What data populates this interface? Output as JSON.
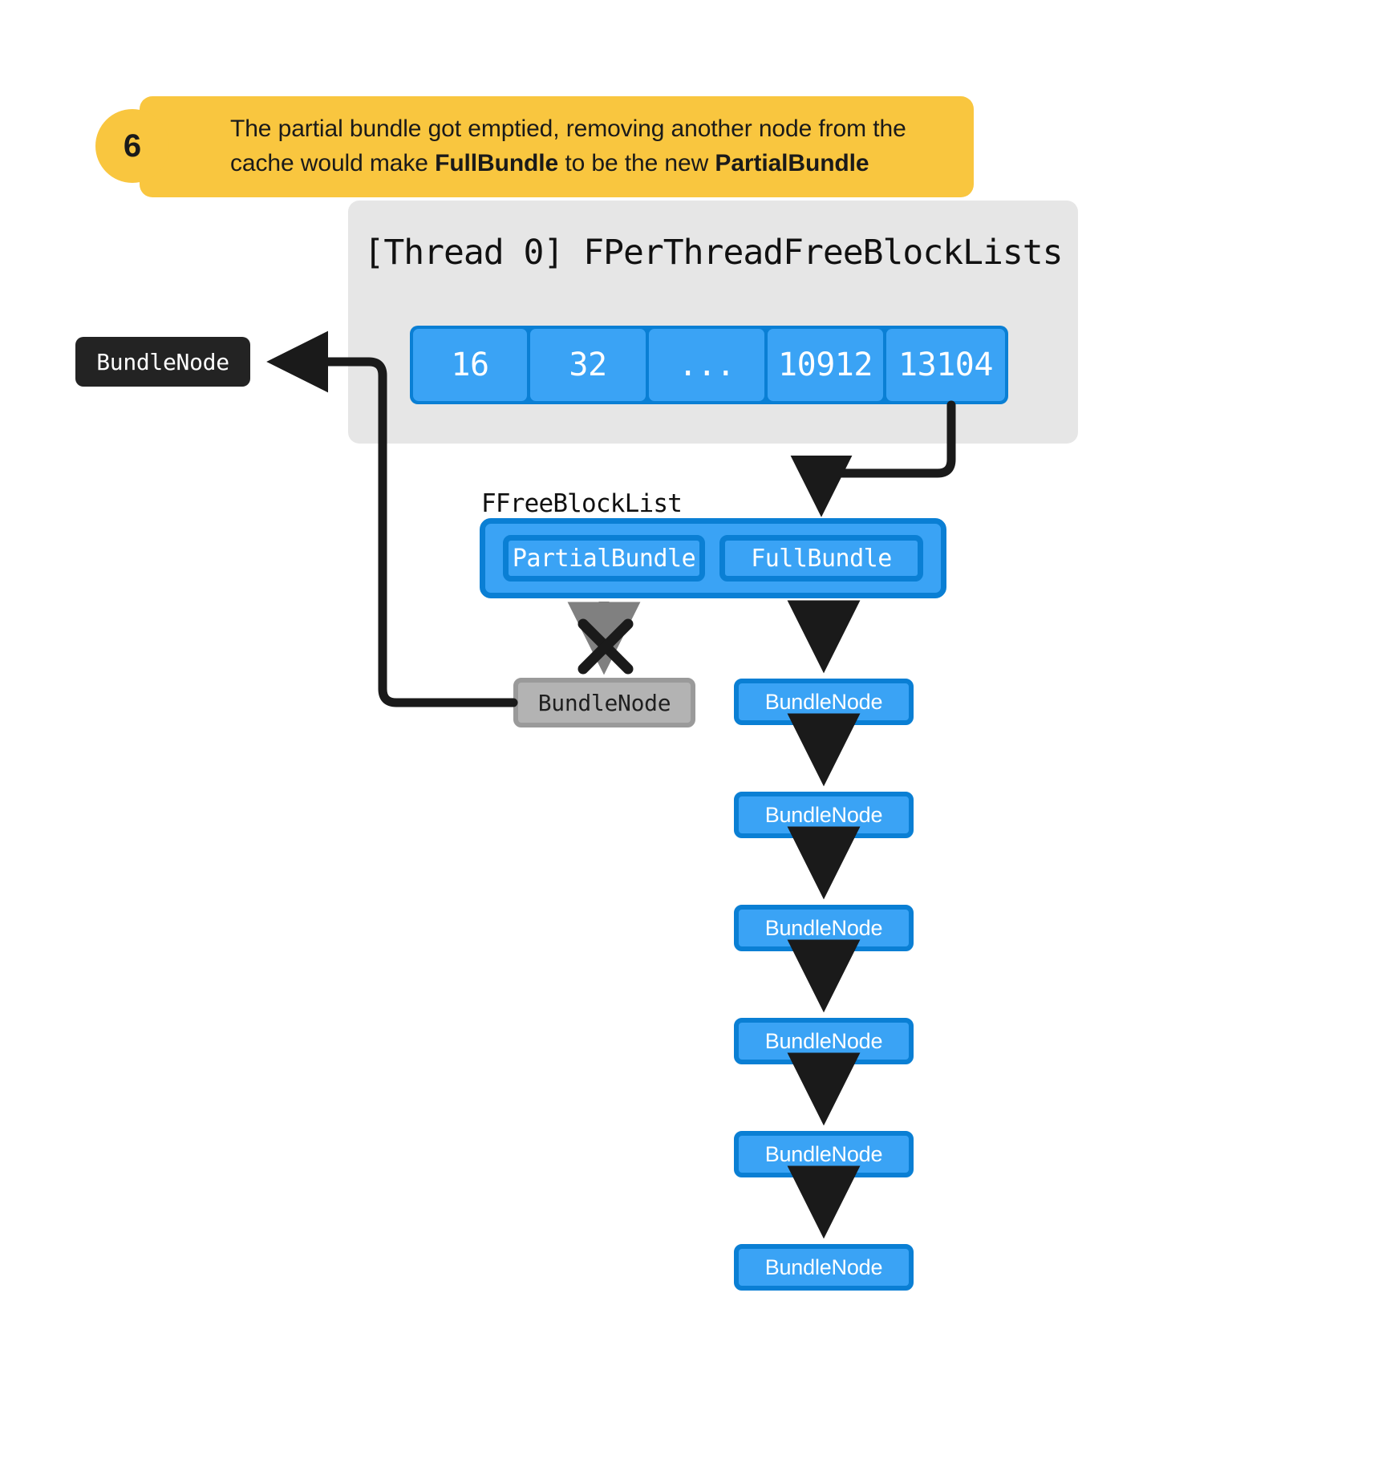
{
  "callout": {
    "number": "6",
    "text_line1": "The partial bundle got emptied, removing another node from the",
    "text_line2_pre": "cache would make ",
    "text_line2_bold1": "FullBundle",
    "text_line2_mid": " to be the new ",
    "text_line2_bold2": "PartialBundle"
  },
  "thread_container": {
    "title": "[Thread 0] FPerThreadFreeBlockLists",
    "cells": [
      "16",
      "32",
      "...",
      "10912",
      "13104"
    ]
  },
  "left_node": {
    "label": "BundleNode"
  },
  "free_block_list": {
    "label": "FFreeBlockList",
    "partial_bundle": "PartialBundle",
    "full_bundle": "FullBundle"
  },
  "removed_node": {
    "label": "BundleNode"
  },
  "chain": {
    "nodes": [
      {
        "label": "BundleNode"
      },
      {
        "label": "BundleNode"
      },
      {
        "label": "BundleNode"
      },
      {
        "label": "BundleNode"
      },
      {
        "label": "BundleNode"
      },
      {
        "label": "BundleNode"
      }
    ]
  },
  "colors": {
    "accent_blue": "#3aa3f5",
    "accent_blue_border": "#0a7fd4",
    "callout_yellow": "#f9c63f",
    "container_gray": "#e6e6e6",
    "dark_node": "#232323",
    "disabled_gray": "#b3b3b3",
    "arrow_black": "#1a1a1a",
    "arrow_gray": "#808080"
  }
}
